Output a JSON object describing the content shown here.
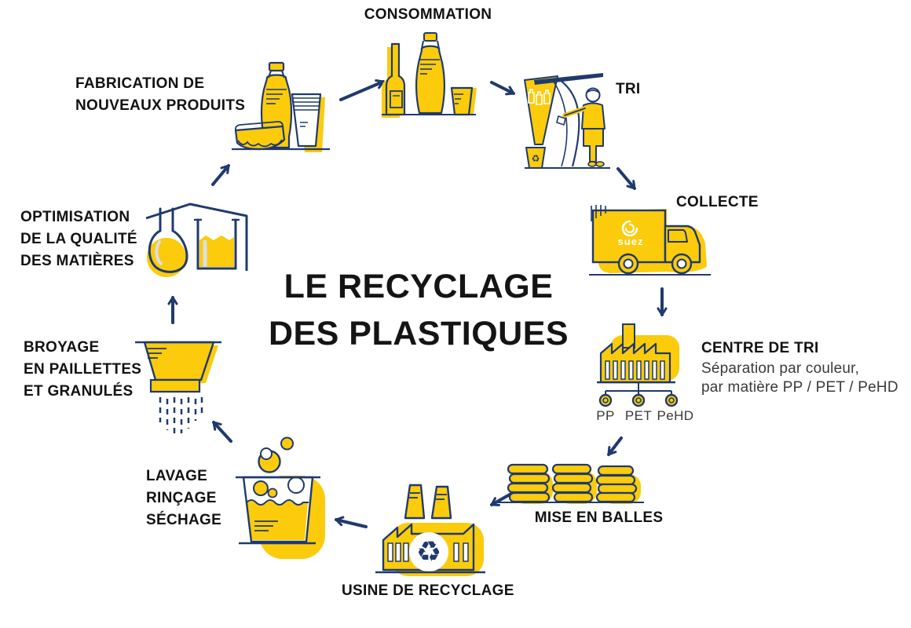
{
  "title": {
    "line1": "LE RECYCLAGE",
    "line2": "DES PLASTIQUES"
  },
  "colors": {
    "yellow": "#FBCB0C",
    "navy": "#1F3A6D",
    "text": "#121212"
  },
  "steps": {
    "consommation": {
      "label": "CONSOMMATION"
    },
    "tri": {
      "label": "TRI"
    },
    "collecte": {
      "label": "COLLECTE",
      "truck_brand": "suez"
    },
    "centre_de_tri": {
      "label": "CENTRE DE TRI",
      "description_line1": "Séparation par couleur,",
      "description_line2": "par matière PP / PET / PeHD",
      "materials": [
        "PP",
        "PET",
        "PeHD"
      ]
    },
    "mise_en_balles": {
      "label": "MISE EN BALLES"
    },
    "usine_de_recyclage": {
      "label": "USINE DE RECYCLAGE",
      "recycle_symbol": "♻"
    },
    "lavage": {
      "line1": "LAVAGE",
      "line2": "RINÇAGE",
      "line3": "SÉCHAGE"
    },
    "broyage": {
      "line1": "BROYAGE",
      "line2": "EN PAILLETTES",
      "line3": "ET GRANULÉS"
    },
    "optimisation": {
      "line1": "OPTIMISATION",
      "line2": "DE LA QUALITÉ",
      "line3": "DES MATIÈRES"
    },
    "fabrication": {
      "line1": "FABRICATION DE",
      "line2": "NOUVEAUX PRODUITS"
    }
  }
}
